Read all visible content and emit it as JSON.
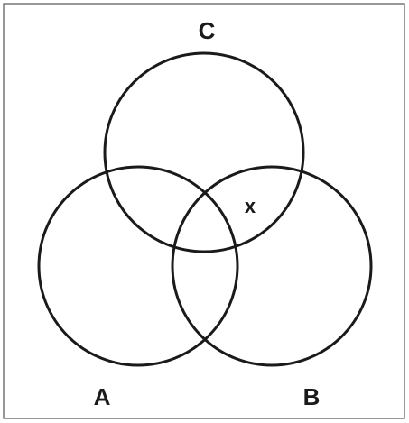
{
  "diagram": {
    "type": "venn",
    "sets": [
      {
        "id": "A",
        "label": "A"
      },
      {
        "id": "B",
        "label": "B"
      },
      {
        "id": "C",
        "label": "C"
      }
    ],
    "regions": [
      {
        "sets": [
          "B",
          "C"
        ],
        "only": true,
        "label": "x"
      }
    ],
    "colors": {
      "stroke": "#1a1a1a",
      "border": "#555555",
      "background": "#ffffff"
    }
  }
}
